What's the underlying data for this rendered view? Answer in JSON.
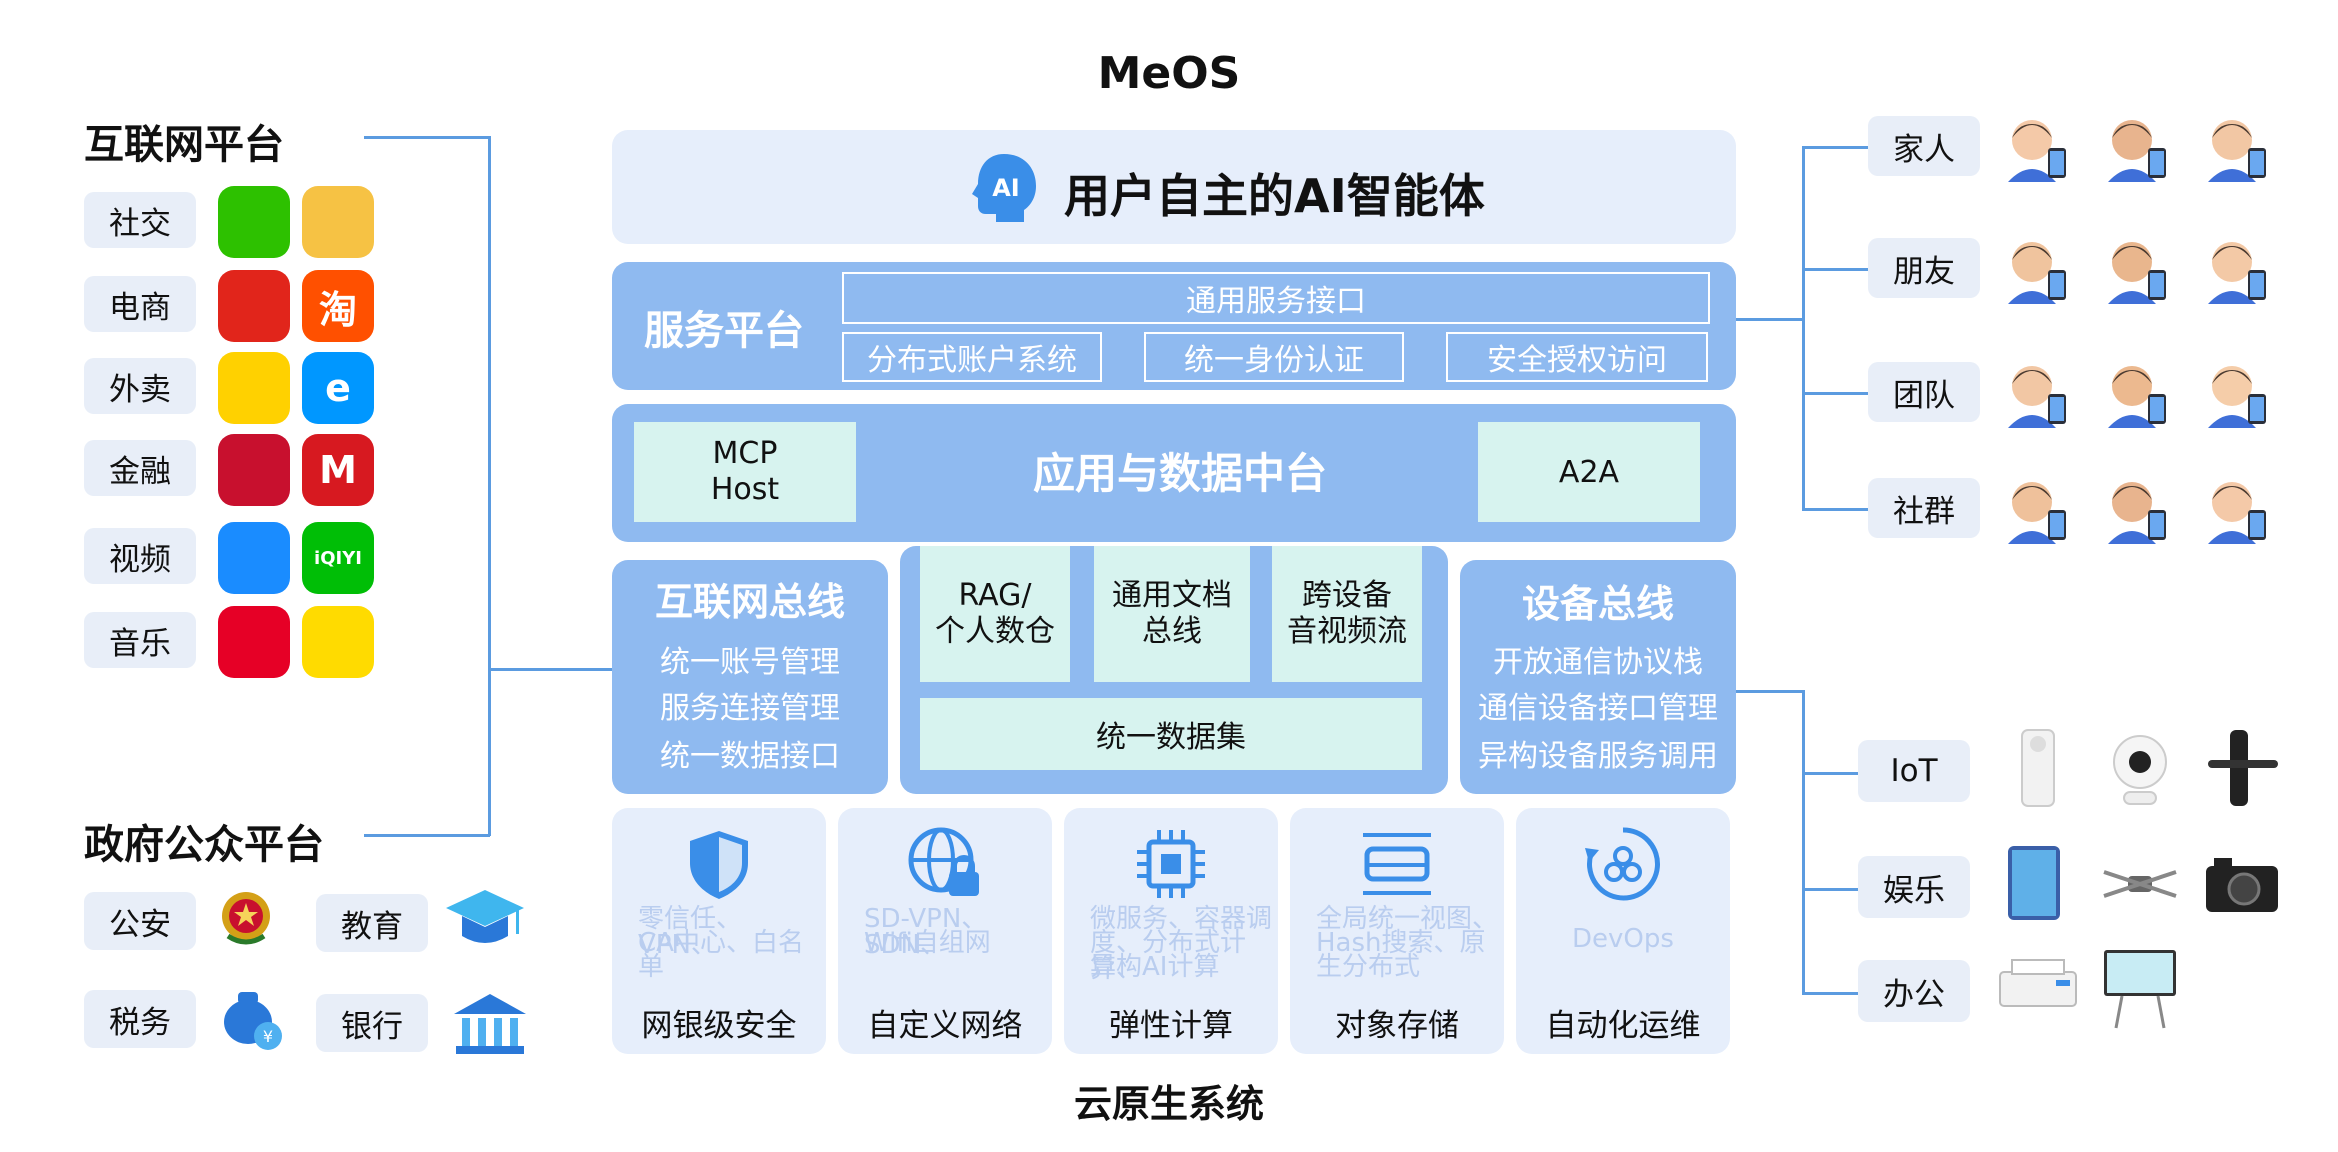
{
  "title": "MeOS",
  "bottom_title": "云原生系统",
  "left": {
    "internet_title": "互联网平台",
    "internet_categories": [
      {
        "label": "社交",
        "apps": [
          {
            "icon": "wechat-icon",
            "color": "#2dc100"
          },
          {
            "icon": "weibo-icon",
            "color": "#f6c244"
          }
        ]
      },
      {
        "label": "电商",
        "apps": [
          {
            "icon": "jd-icon",
            "color": "#e1251b"
          },
          {
            "icon": "taobao-icon",
            "color": "#ff5000",
            "text": "淘"
          }
        ]
      },
      {
        "label": "外卖",
        "apps": [
          {
            "icon": "meituan-icon",
            "color": "#ffd100"
          },
          {
            "icon": "eleme-icon",
            "color": "#0097ff",
            "text": "e"
          }
        ]
      },
      {
        "label": "金融",
        "apps": [
          {
            "icon": "boc-icon",
            "color": "#c8102e"
          },
          {
            "icon": "cmb-icon",
            "color": "#d71920",
            "text": "M"
          }
        ]
      },
      {
        "label": "视频",
        "apps": [
          {
            "icon": "tencent-video-icon",
            "color": "#1a8cff"
          },
          {
            "icon": "iqiyi-icon",
            "color": "#00be06",
            "text": "iQIYI"
          }
        ]
      },
      {
        "label": "音乐",
        "apps": [
          {
            "icon": "netease-music-icon",
            "color": "#e60026"
          },
          {
            "icon": "qq-music-icon",
            "color": "#ffdb00"
          }
        ]
      }
    ],
    "gov_title": "政府公众平台",
    "gov_items": [
      {
        "label": "公安",
        "icon": "police-badge-icon"
      },
      {
        "label": "教育",
        "icon": "graduation-cap-icon"
      },
      {
        "label": "税务",
        "icon": "money-bag-icon"
      },
      {
        "label": "银行",
        "icon": "bank-icon"
      }
    ]
  },
  "center": {
    "agent_title": "用户自主的AI智能体",
    "agent_icon_text": "AI",
    "service": {
      "title": "服务平台",
      "general": "通用服务接口",
      "items": [
        "分布式账户系统",
        "统一身份认证",
        "安全授权访问"
      ]
    },
    "middle": {
      "title": "应用与数据中台",
      "left_line1": "MCP",
      "left_line2": "Host",
      "right": "A2A"
    },
    "internet_bus": {
      "title": "互联网总线",
      "items": [
        "统一账号管理",
        "服务连接管理",
        "统一数据接口"
      ]
    },
    "data_core": {
      "boxes": [
        {
          "line1": "RAG/",
          "line2": "个人数仓"
        },
        {
          "line1": "通用文档",
          "line2": "总线"
        },
        {
          "line1": "跨设备",
          "line2": "音视频流"
        }
      ],
      "dataset": "统一数据集"
    },
    "device_bus": {
      "title": "设备总线",
      "items": [
        "开放通信协议栈",
        "通信设备接口管理",
        "异构设备服务调用"
      ]
    },
    "cloud": [
      {
        "icon": "shield-icon",
        "desc": [
          "零信任、VPN、",
          "CA中心、白名",
          "单"
        ],
        "label": "网银级安全"
      },
      {
        "icon": "globe-lock-icon",
        "desc": [
          "SD-VPN、SDN、",
          "Wifi自组网"
        ],
        "label": "自定义网络"
      },
      {
        "icon": "chip-icon",
        "desc": [
          "微服务、容器调",
          "度、分布式计算、",
          "异构AI计算"
        ],
        "label": "弹性计算"
      },
      {
        "icon": "storage-icon",
        "desc": [
          "全局统一视图、",
          "Hash搜索、原",
          "生分布式"
        ],
        "label": "对象存储"
      },
      {
        "icon": "devops-icon",
        "desc": [
          "DevOps"
        ],
        "label": "自动化运维"
      }
    ]
  },
  "right": {
    "people": [
      {
        "label": "家人",
        "icons": [
          "person-phone-icon",
          "person-tablet-icon",
          "person-tablet-icon"
        ]
      },
      {
        "label": "朋友",
        "icons": [
          "person-laptop-icon",
          "person-phone-icon",
          "person-tablet-icon"
        ]
      },
      {
        "label": "团队",
        "icons": [
          "person-phone-icon",
          "person-laptop-icon",
          "person-desktop-icon"
        ]
      },
      {
        "label": "社群",
        "icons": [
          "person-tablet-icon",
          "person-phone-icon",
          "person-tablet-icon"
        ]
      }
    ],
    "devices": [
      {
        "label": "IoT",
        "icons": [
          "air-purifier-icon",
          "security-camera-icon",
          "smart-lock-icon"
        ]
      },
      {
        "label": "娱乐",
        "icons": [
          "tablet-icon",
          "drone-icon",
          "camera-icon"
        ]
      },
      {
        "label": "办公",
        "icons": [
          "printer-icon",
          "smart-board-icon"
        ]
      }
    ]
  }
}
